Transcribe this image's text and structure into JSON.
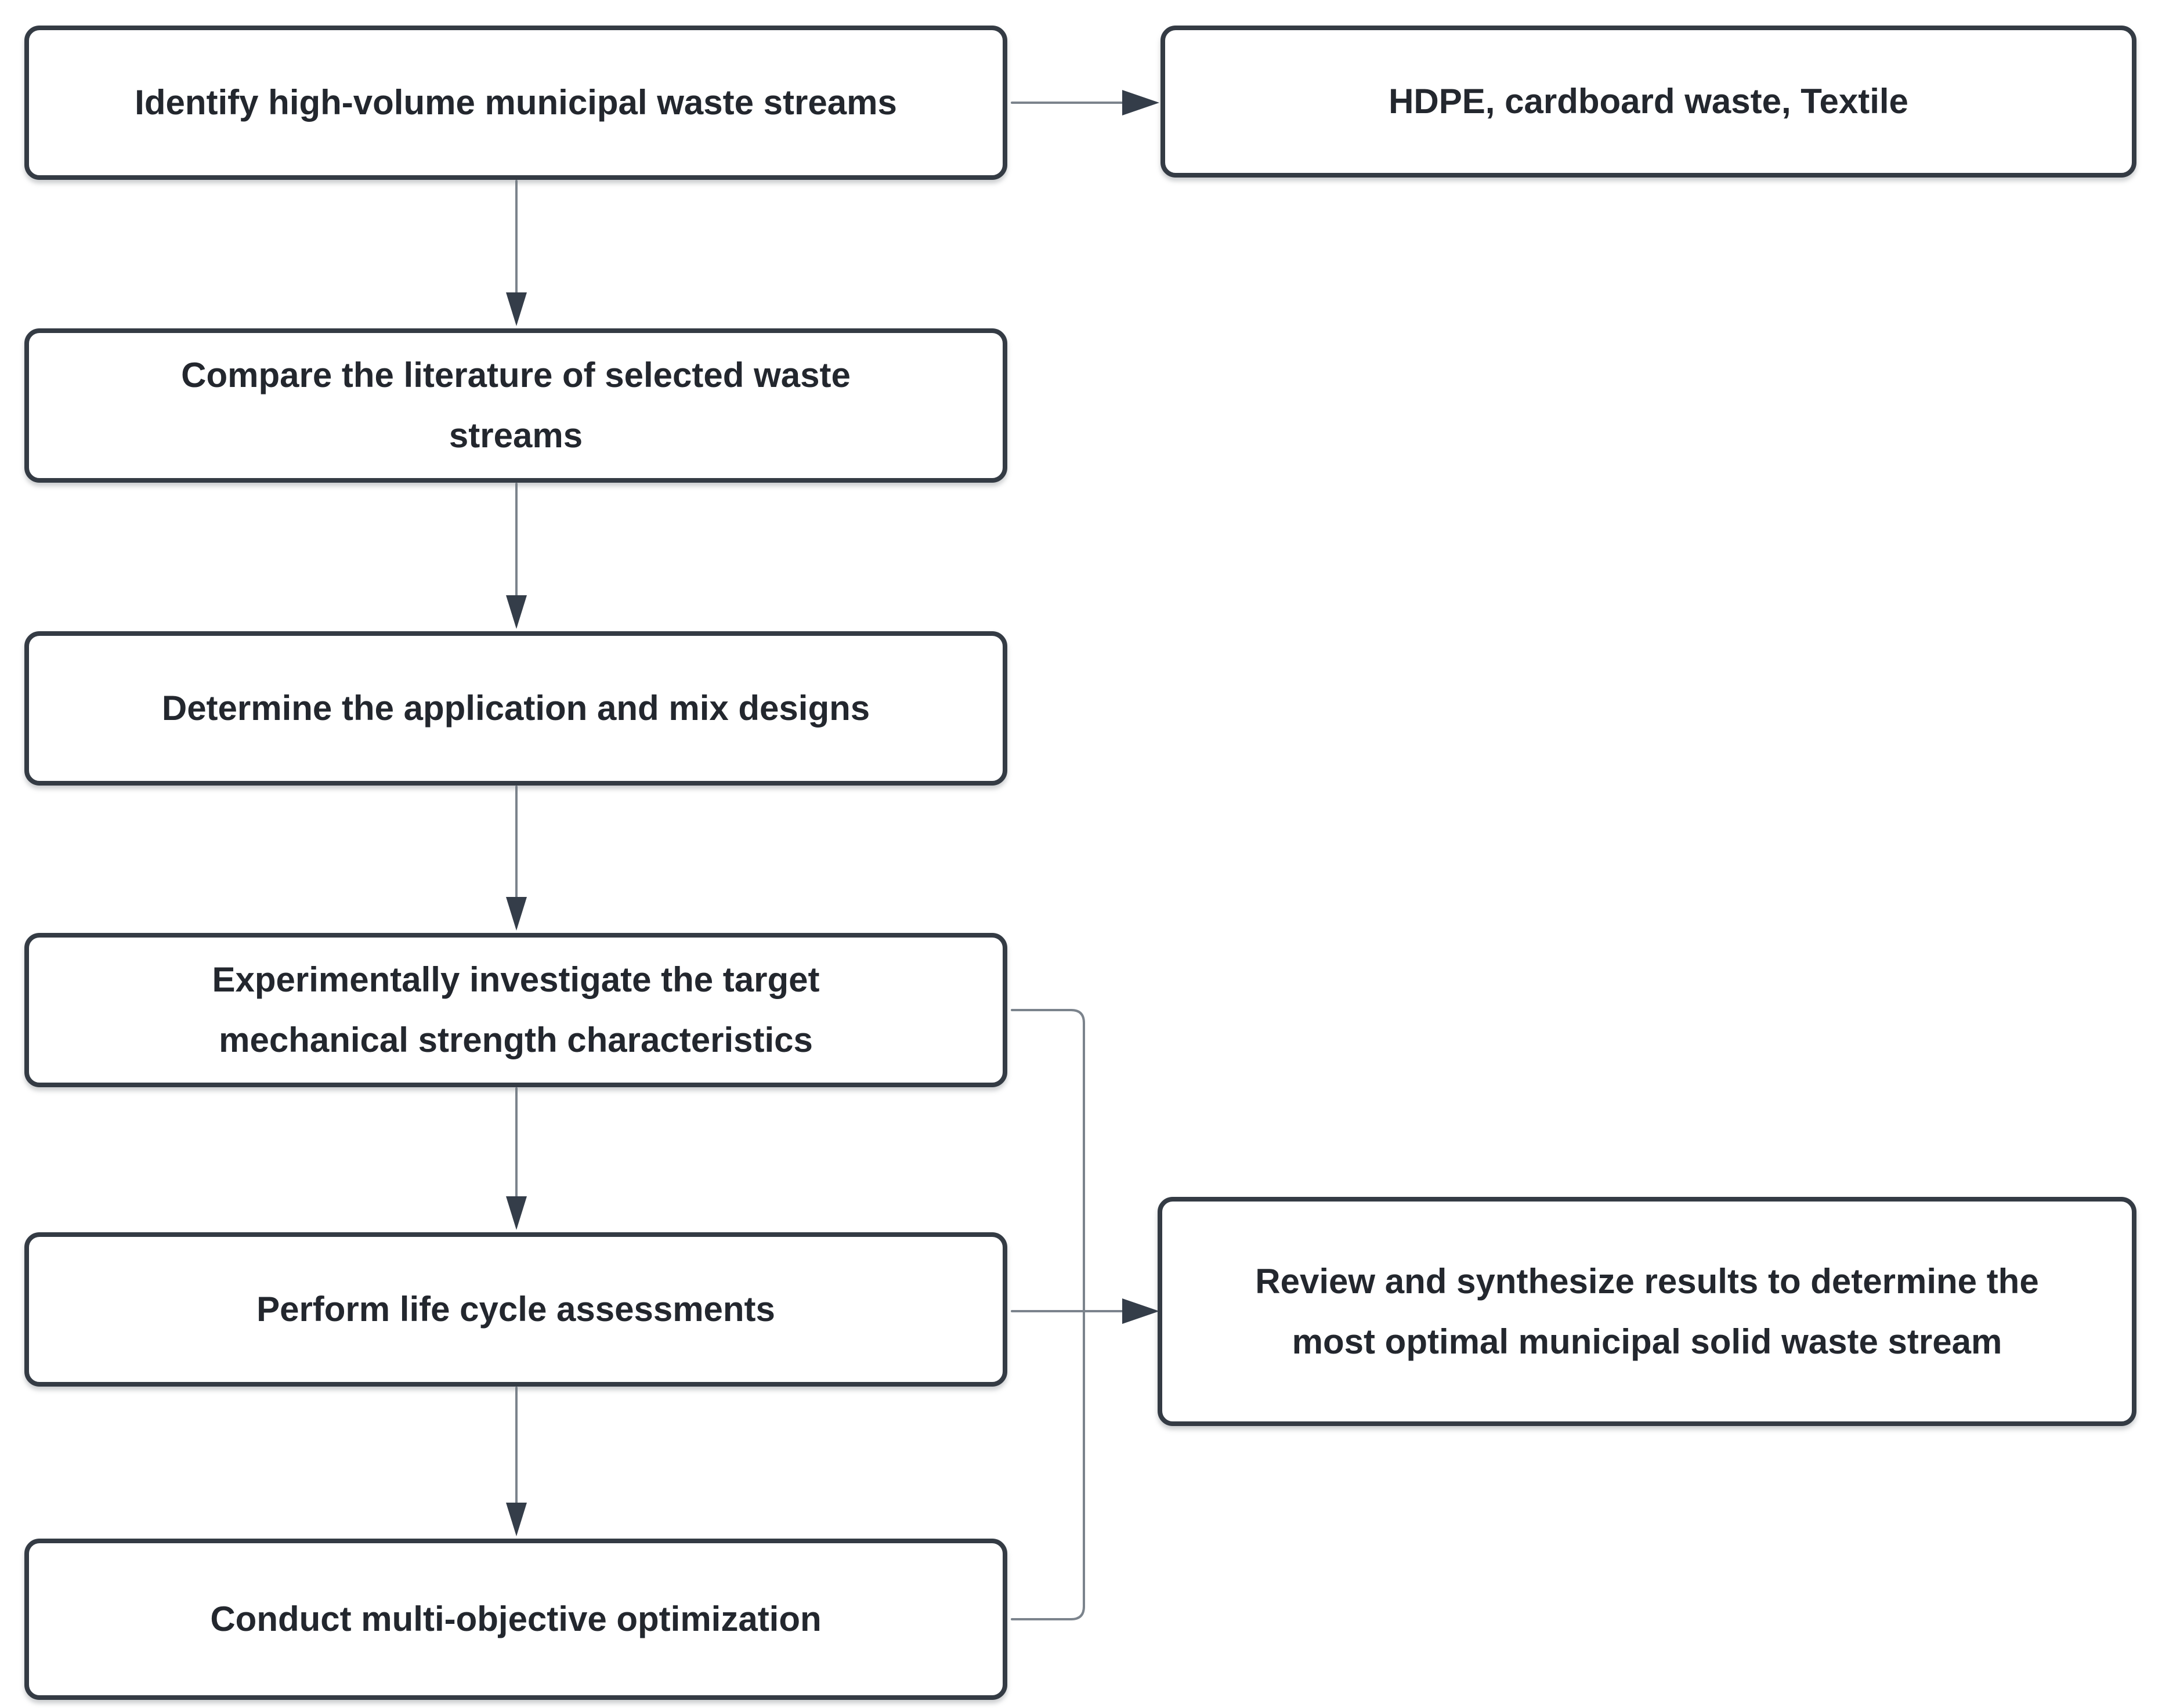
{
  "figure": {
    "type": "flowchart",
    "background": "#ffffff",
    "box_fill": "#ffffff",
    "box_border_color": "#343b44",
    "text_color": "#23272e",
    "connector_line_color": "#7b838c",
    "arrowhead_color": "#343d49"
  },
  "nodes": [
    {
      "id": "identify",
      "label": "Identify high-volume municipal waste streams"
    },
    {
      "id": "streams",
      "label": "HDPE, cardboard waste, Textile"
    },
    {
      "id": "compare",
      "label": [
        "Compare the literature of selected waste",
        "streams"
      ]
    },
    {
      "id": "determine",
      "label": "Determine the application and mix designs"
    },
    {
      "id": "experiment",
      "label": [
        "Experimentally investigate the target",
        "mechanical strength characteristics"
      ]
    },
    {
      "id": "lca",
      "label": "Perform life cycle assessments"
    },
    {
      "id": "moo",
      "label": "Conduct multi-objective optimization"
    },
    {
      "id": "review",
      "label": [
        "Review and synthesize results to determine the",
        "most optimal municipal solid waste stream"
      ]
    }
  ],
  "edges": [
    {
      "from": "identify",
      "to": "streams",
      "style": "arrow-right"
    },
    {
      "from": "identify",
      "to": "compare",
      "style": "arrow-down"
    },
    {
      "from": "compare",
      "to": "determine",
      "style": "arrow-down"
    },
    {
      "from": "determine",
      "to": "experiment",
      "style": "arrow-down"
    },
    {
      "from": "experiment",
      "to": "lca",
      "style": "arrow-down"
    },
    {
      "from": "lca",
      "to": "moo",
      "style": "arrow-down"
    },
    {
      "from": "experiment",
      "to": "review",
      "style": "merge-branch"
    },
    {
      "from": "lca",
      "to": "review",
      "style": "merge-arrow"
    },
    {
      "from": "moo",
      "to": "review",
      "style": "merge-branch"
    }
  ]
}
